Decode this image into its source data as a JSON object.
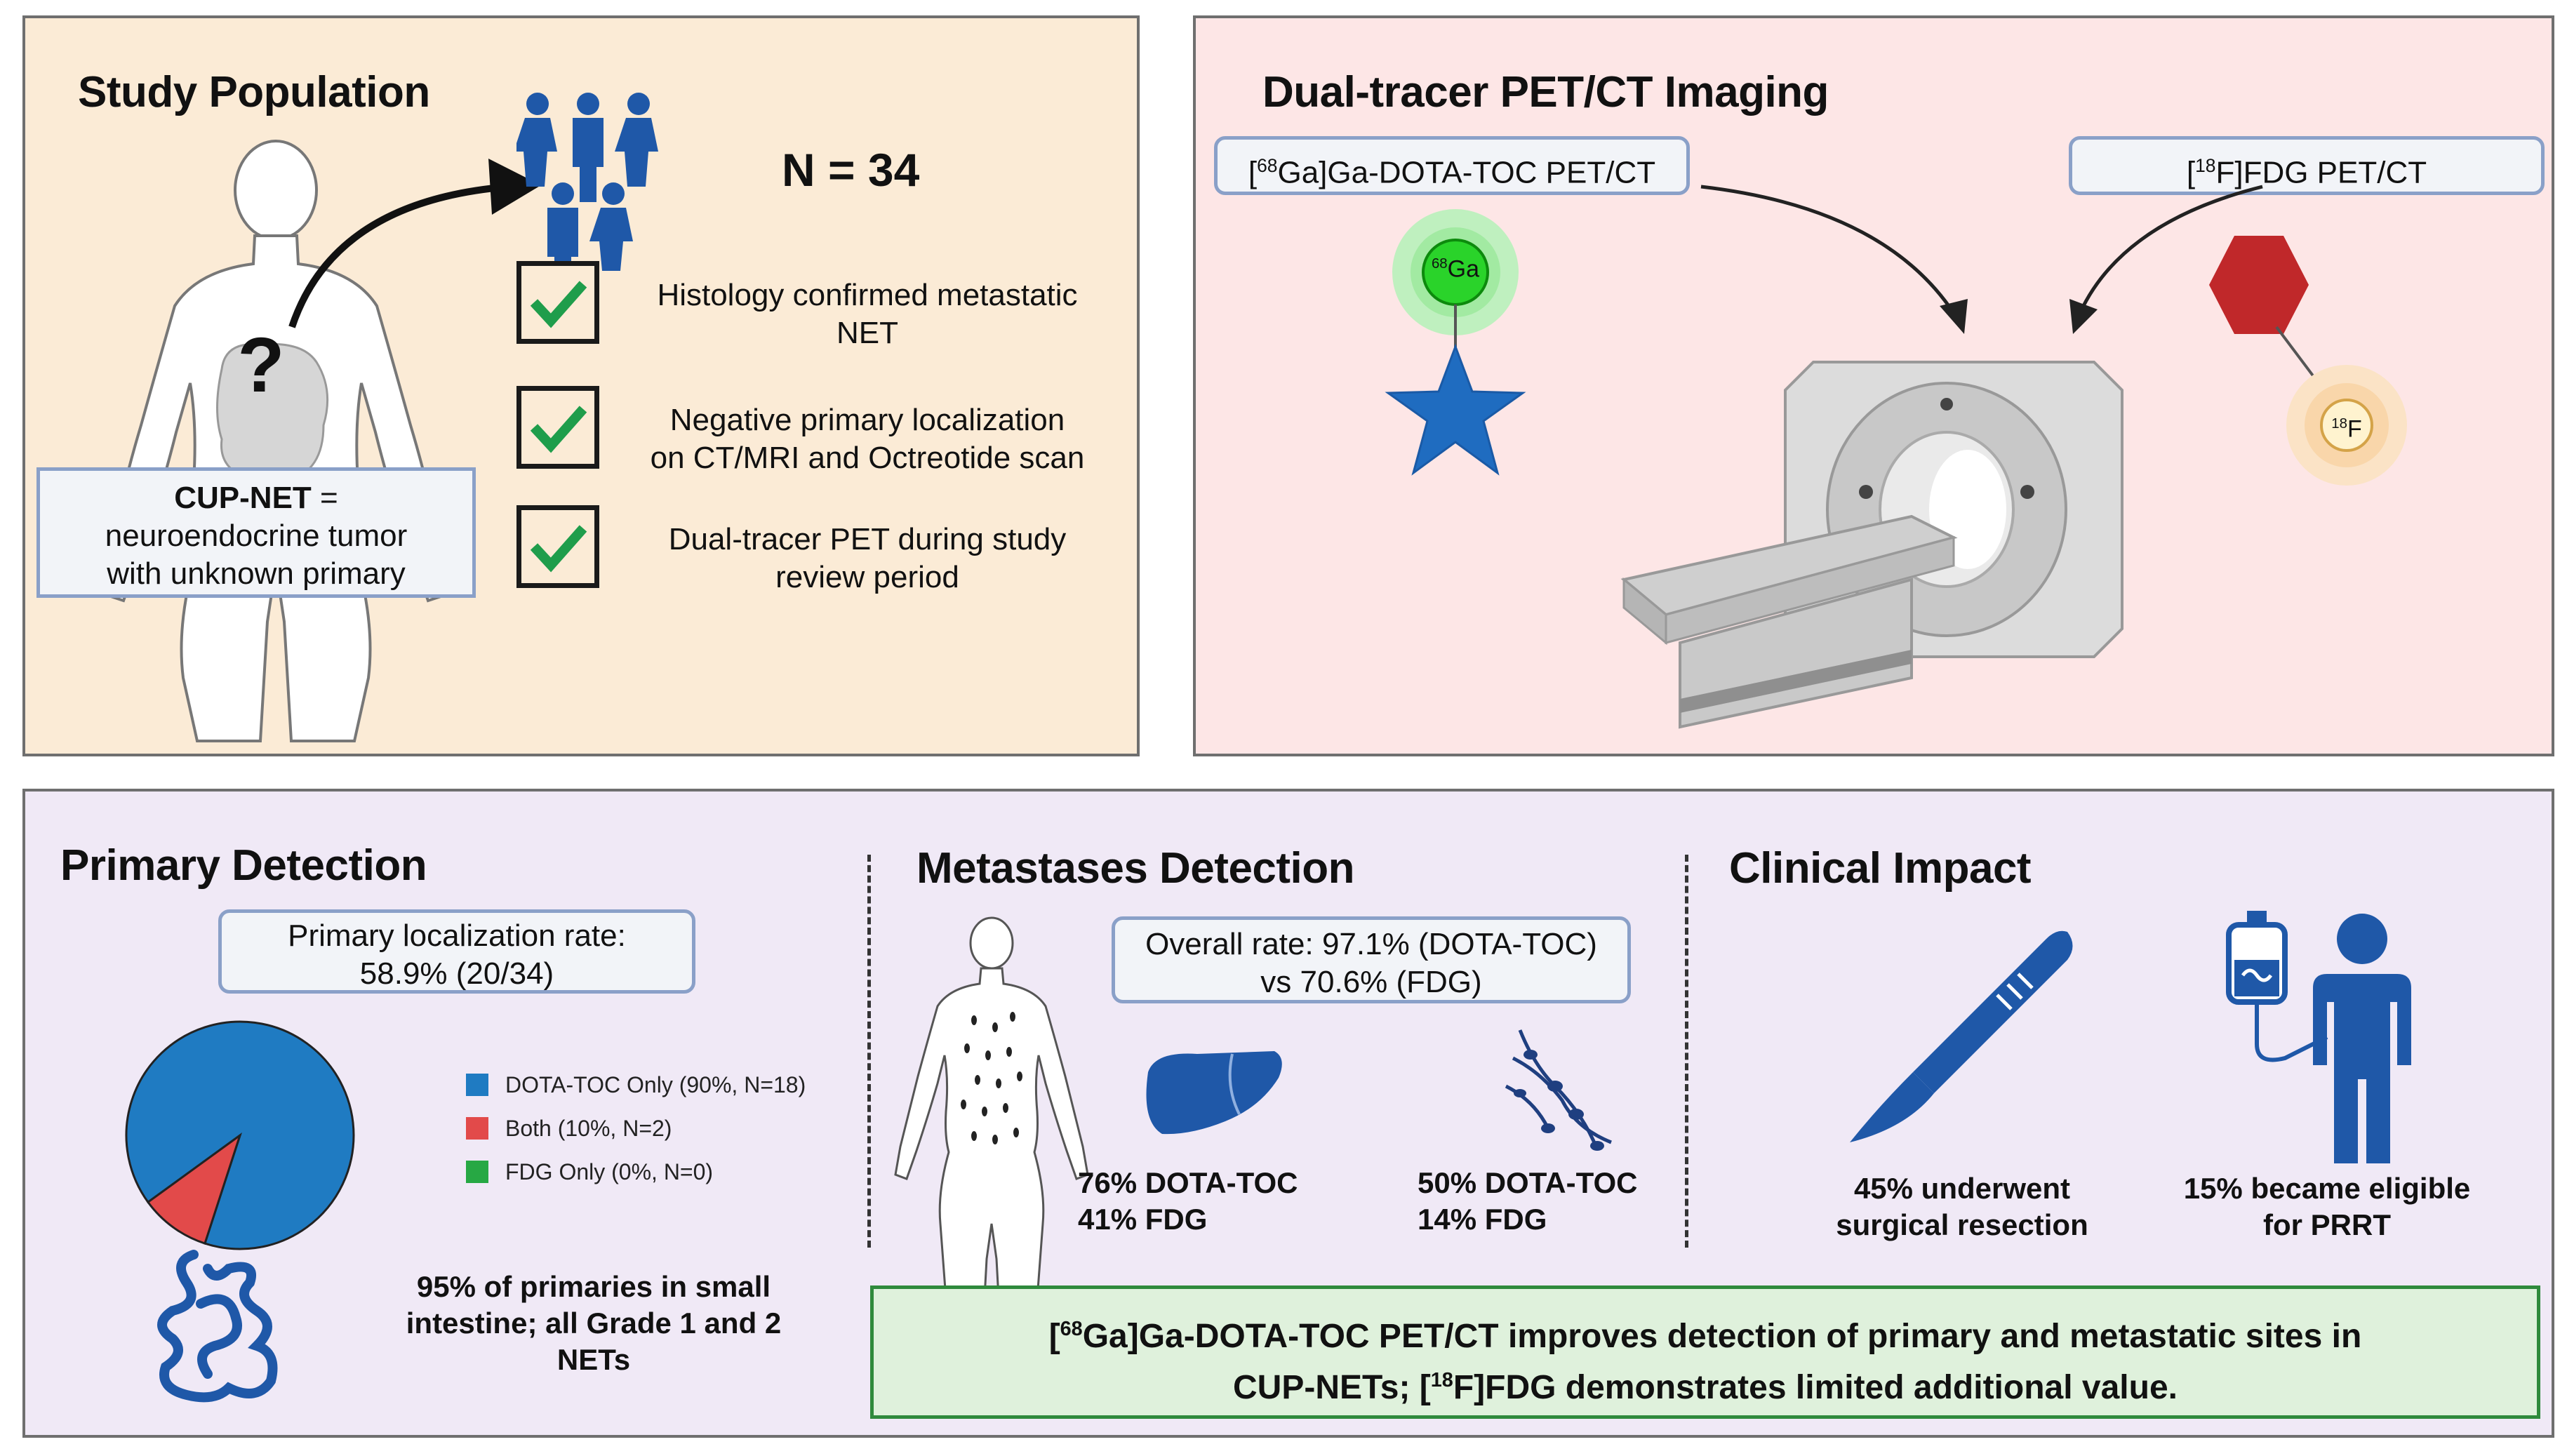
{
  "study_population": {
    "title": "Study Population",
    "n_label": "N = 34",
    "criteria": [
      {
        "line1": "Histology confirmed metastatic",
        "line2": "NET"
      },
      {
        "line1": "Negative primary localization",
        "line2": "on CT/MRI and Octreotide scan"
      },
      {
        "line1": "Dual-tracer PET during study",
        "line2": "review period"
      }
    ],
    "cupnet": {
      "term": "CUP-NET",
      "eq": " =",
      "line2": "neuroendocrine tumor",
      "line3": "with unknown primary"
    },
    "question_mark": "?"
  },
  "imaging": {
    "title": "Dual-tracer PET/CT Imaging",
    "tracer_left": {
      "sup": "68",
      "text": "Ga]Ga-DOTA-TOC PET/CT",
      "open": "["
    },
    "tracer_right": {
      "sup": "18",
      "text": "F]FDG PET/CT",
      "open": "["
    },
    "ga_badge": {
      "sup": "68",
      "text": "Ga"
    },
    "f_badge": {
      "sup": "18",
      "text": "F"
    }
  },
  "primary_detection": {
    "title": "Primary Detection",
    "rate_line1": "Primary localization rate:",
    "rate_line2": "58.9% (20/34)",
    "legend": [
      {
        "label": "DOTA-TOC Only (90%, N=18)",
        "color": "#1f7bc2"
      },
      {
        "label": "Both (10%, N=2)",
        "color": "#e24a4a"
      },
      {
        "label": "FDG Only (0%, N=0)",
        "color": "#27a844"
      }
    ],
    "intestine_note": [
      "95% of primaries in small",
      "intestine; all Grade 1 and 2",
      "NETs"
    ]
  },
  "chart_data": {
    "type": "pie",
    "categories": [
      "DOTA-TOC Only (90%, N=18)",
      "Both (10%, N=2)",
      "FDG Only (0%, N=0)"
    ],
    "values": [
      18,
      2,
      0
    ],
    "colors": [
      "#1f7bc2",
      "#e24a4a",
      "#27a844"
    ]
  },
  "metastases": {
    "title": "Metastases Detection",
    "rate_line1": "Overall rate: 97.1% (DOTA-TOC)",
    "rate_line2": "vs 70.6% (FDG)",
    "liver": {
      "line1": "76% DOTA-TOC",
      "line2": "41% FDG"
    },
    "lymph": {
      "line1": "50% DOTA-TOC",
      "line2": "14% FDG"
    }
  },
  "clinical_impact": {
    "title": "Clinical Impact",
    "surgery": {
      "line1": "45% underwent",
      "line2": "surgical resection"
    },
    "prrt": {
      "line1": "15% became eligible",
      "line2": "for PRRT"
    }
  },
  "conclusion": {
    "l1_open": "[",
    "l1_sup": "68",
    "l1_text": "Ga]Ga-DOTA-TOC PET/CT improves detection of primary and metastatic sites in",
    "l2_pre": "CUP-NETs; [",
    "l2_sup": "18",
    "l2_text": "F]FDG demonstrates limited additional value."
  },
  "colors": {
    "icon_blue": "#1f58a8",
    "check_green": "#1f9d4b",
    "hex_red": "#c0282a"
  }
}
